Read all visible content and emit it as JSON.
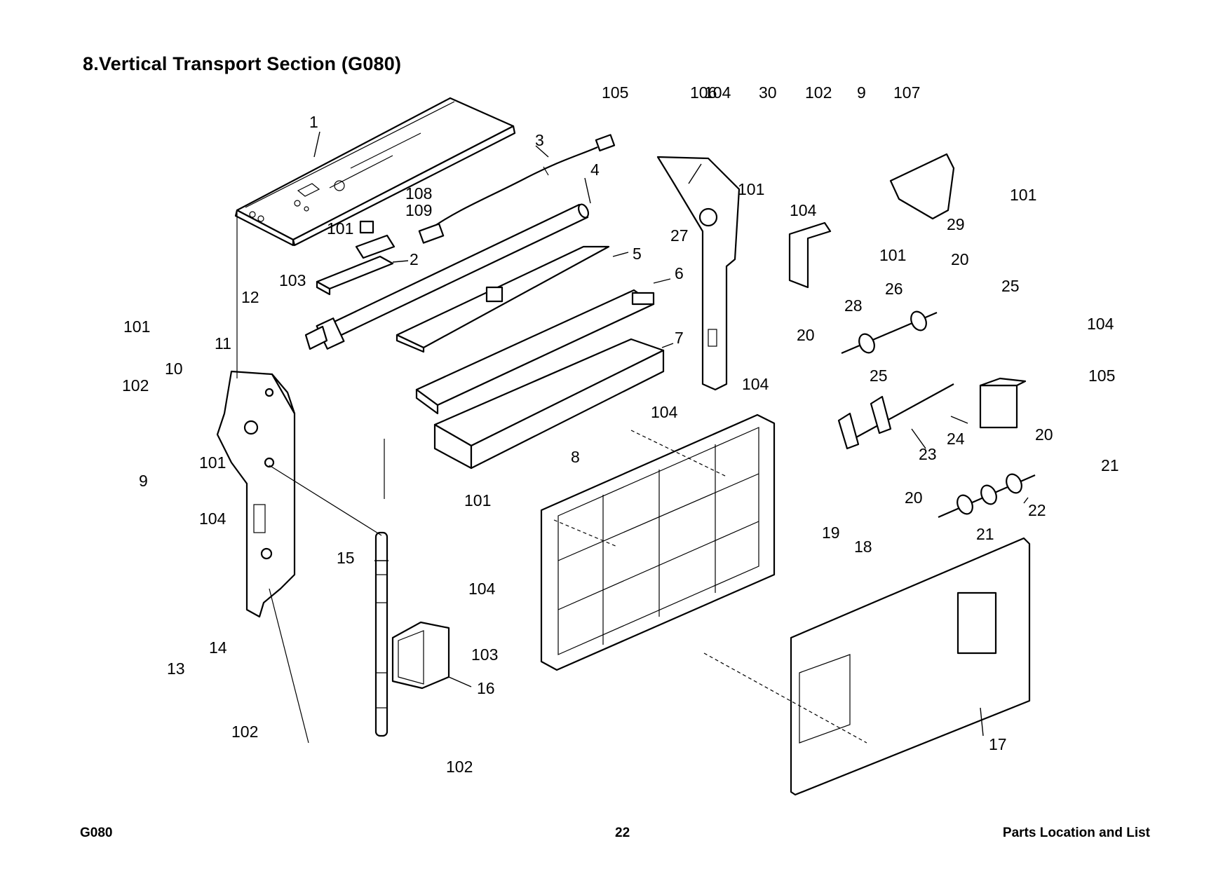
{
  "title": "8.Vertical Transport Section (G080)",
  "footer": {
    "left": "G080",
    "page": "22",
    "right": "Parts Location and List"
  },
  "callouts": [
    {
      "label": "1"
    },
    {
      "label": "2"
    },
    {
      "label": "3"
    },
    {
      "label": "4"
    },
    {
      "label": "5"
    },
    {
      "label": "6"
    },
    {
      "label": "7"
    },
    {
      "label": "8"
    },
    {
      "label": "9"
    },
    {
      "label": "9"
    },
    {
      "label": "10"
    },
    {
      "label": "11"
    },
    {
      "label": "12"
    },
    {
      "label": "13"
    },
    {
      "label": "14"
    },
    {
      "label": "15"
    },
    {
      "label": "16"
    },
    {
      "label": "17"
    },
    {
      "label": "18"
    },
    {
      "label": "19"
    },
    {
      "label": "20"
    },
    {
      "label": "20"
    },
    {
      "label": "20"
    },
    {
      "label": "20"
    },
    {
      "label": "21"
    },
    {
      "label": "21"
    },
    {
      "label": "22"
    },
    {
      "label": "23"
    },
    {
      "label": "24"
    },
    {
      "label": "25"
    },
    {
      "label": "25"
    },
    {
      "label": "26"
    },
    {
      "label": "27"
    },
    {
      "label": "28"
    },
    {
      "label": "29"
    },
    {
      "label": "30"
    },
    {
      "label": "101"
    },
    {
      "label": "101"
    },
    {
      "label": "101"
    },
    {
      "label": "101"
    },
    {
      "label": "101"
    },
    {
      "label": "101"
    },
    {
      "label": "101"
    },
    {
      "label": "102"
    },
    {
      "label": "102"
    },
    {
      "label": "102"
    },
    {
      "label": "102"
    },
    {
      "label": "103"
    },
    {
      "label": "103"
    },
    {
      "label": "104"
    },
    {
      "label": "104"
    },
    {
      "label": "104"
    },
    {
      "label": "104"
    },
    {
      "label": "104"
    },
    {
      "label": "104"
    },
    {
      "label": "104"
    },
    {
      "label": "105"
    },
    {
      "label": "105"
    },
    {
      "label": "106"
    },
    {
      "label": "107"
    },
    {
      "label": "108"
    },
    {
      "label": "109"
    }
  ]
}
